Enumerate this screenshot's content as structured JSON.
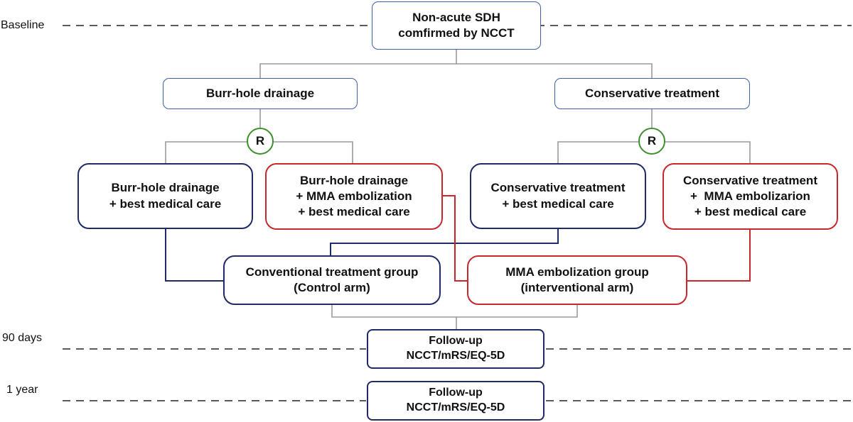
{
  "timeline": {
    "baseline": "Baseline",
    "day90": "90 days",
    "year1": "1 year"
  },
  "nodes": {
    "start": {
      "line1": "Non-acute SDH",
      "line2": "comfirmed by NCCT"
    },
    "burr_hole": {
      "label": "Burr-hole drainage"
    },
    "conservative": {
      "label": "Conservative treatment"
    },
    "randomize_left": {
      "label": "R"
    },
    "randomize_right": {
      "label": "R"
    },
    "burr_bmc": {
      "line1": "Burr-hole drainage",
      "line2": "+ best medical care"
    },
    "burr_mma": {
      "line1": "Burr-hole drainage",
      "line2": "+ MMA embolization",
      "line3": "+ best medical care"
    },
    "cons_bmc": {
      "line1": "Conservative treatment",
      "line2": "+ best medical care"
    },
    "cons_mma": {
      "line1": "Conservative treatment",
      "line2": "+  MMA embolizarion",
      "line3": "+ best medical care"
    },
    "control_group": {
      "line1": "Conventional treatment group",
      "line2": "(Control arm)"
    },
    "mma_group": {
      "line1": "MMA embolization group",
      "line2": "(interventional arm)"
    },
    "followup_90": {
      "line1": "Follow-up",
      "line2": "NCCT/mRS/EQ-5D"
    },
    "followup_1y": {
      "line1": "Follow-up",
      "line2": "NCCT/mRS/EQ-5D"
    }
  },
  "colors": {
    "neutral_border": "#3f5fa6",
    "control_path": "#1f2a66",
    "intervention_path": "#c8282b",
    "randomization": "#3f8f2f",
    "connector": "#9a9a9a"
  }
}
